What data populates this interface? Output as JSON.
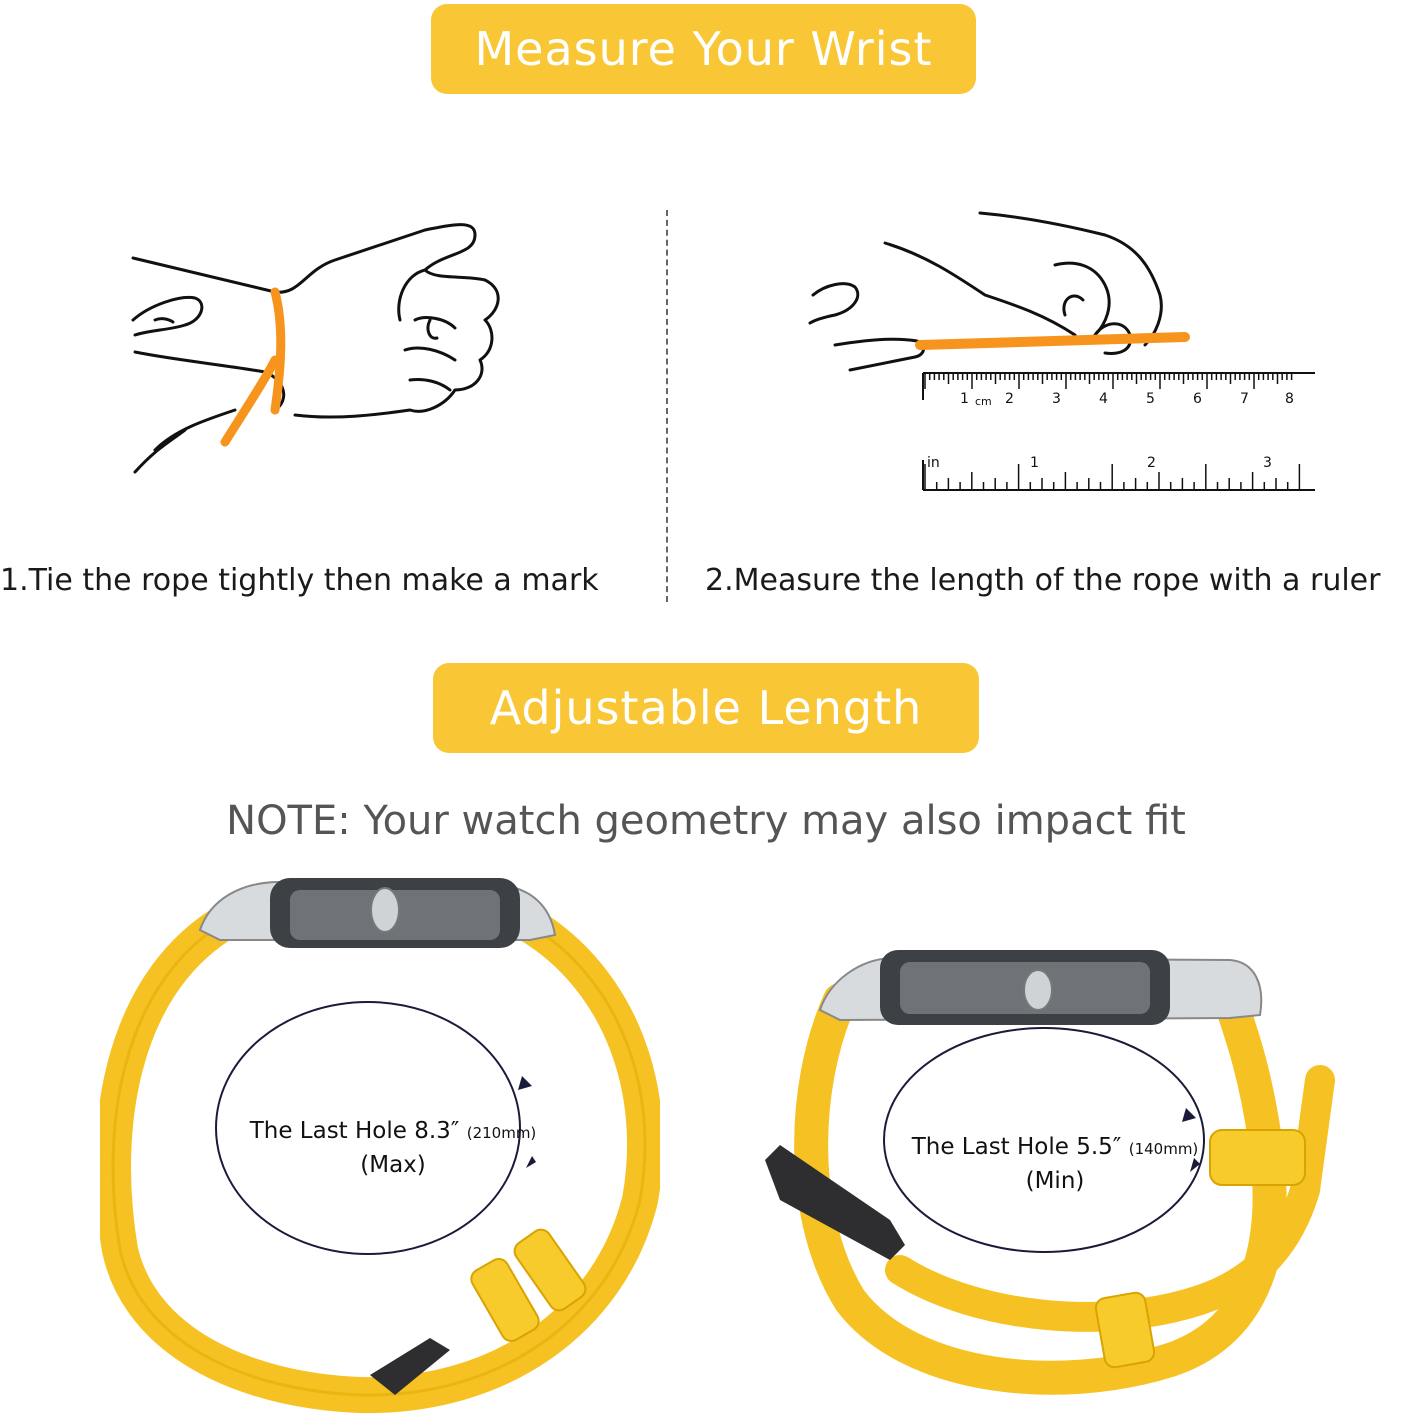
{
  "banners": {
    "measure": "Measure Your Wrist",
    "adjust": "Adjustable Length"
  },
  "steps": {
    "step1": "1.Tie the rope tightly then make a mark",
    "step2": "2.Measure the length of the rope with a ruler"
  },
  "note": "NOTE: Your watch geometry may also impact fit",
  "ruler": {
    "cm_ticks": [
      "1",
      "cm",
      "2",
      "3",
      "4",
      "5",
      "6",
      "7",
      "8"
    ],
    "in_label": "in",
    "in_ticks": [
      "1",
      "2",
      "3"
    ]
  },
  "max_hole": {
    "label": "The Last Hole 8.3″",
    "mm": "(210mm)",
    "tag": "(Max)"
  },
  "min_hole": {
    "label": "The Last Hole 5.5″",
    "mm": "(140mm)",
    "tag": "(Min)"
  },
  "colors": {
    "banner": "#f9c736",
    "rope": "#f7941d",
    "strap": "#f6c223"
  }
}
